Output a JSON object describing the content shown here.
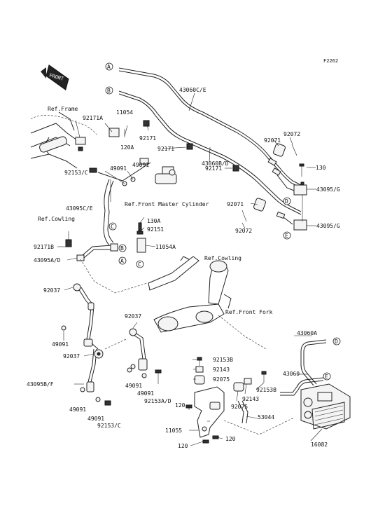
{
  "figure_code": "F2262",
  "front_badge": "FRONT",
  "refs": {
    "frame": "Ref.Frame",
    "cowling_left": "Ref.Cowling",
    "cowling_center": "Ref.Cowling",
    "master_cylinder": "Ref.Front Master Cylinder",
    "front_fork": "Ref.Front Fork"
  },
  "connectors": [
    "A",
    "B",
    "C",
    "D",
    "E"
  ],
  "parts": {
    "p43060CE": "43060C/E",
    "p43060BD": "43060B/D",
    "p43095CE": "43095C/E",
    "p92072_top": "92072",
    "p92071_top": "92071",
    "p130_right": "130",
    "p43095G_top": "43095/G",
    "p43095G_bot": "43095/G",
    "p92071_mid": "92071",
    "p92072_bot": "92072",
    "p92171_right": "92171",
    "p11054_top": "11054",
    "p92171A": "92171A",
    "p120A": "120A",
    "p92171_center": "92171",
    "p92171_under": "92171",
    "p49091_a": "49091",
    "p49091_b": "49091",
    "p92153C_top": "92153/C",
    "p130A": "130A",
    "p92151": "92151",
    "p11054A": "11054A",
    "p92171B": "92171B",
    "p43095AD": "43095A/D",
    "p92037_left": "92037",
    "p92037_right": "92037",
    "p49091_c": "49091",
    "p92037_mid": "92037",
    "p43095BF": "43095B/F",
    "p49091_d": "49091",
    "p49091_e": "49091",
    "p92153C_bot": "92153/C",
    "p49091_f": "49091",
    "p49091_g": "49091",
    "p92153AD": "92153A/D",
    "p92153B_a": "92153B",
    "p92143_a": "92143",
    "p92075_a": "92075",
    "p92153B_b": "92153B",
    "p92143_b": "92143",
    "p92075_b": "92075",
    "p43060A": "43060A",
    "p43060": "43060",
    "p53044": "53044",
    "p120_a": "120",
    "p11055": "11055",
    "p120_b": "120",
    "p120_c": "120",
    "p16082": "16082"
  }
}
